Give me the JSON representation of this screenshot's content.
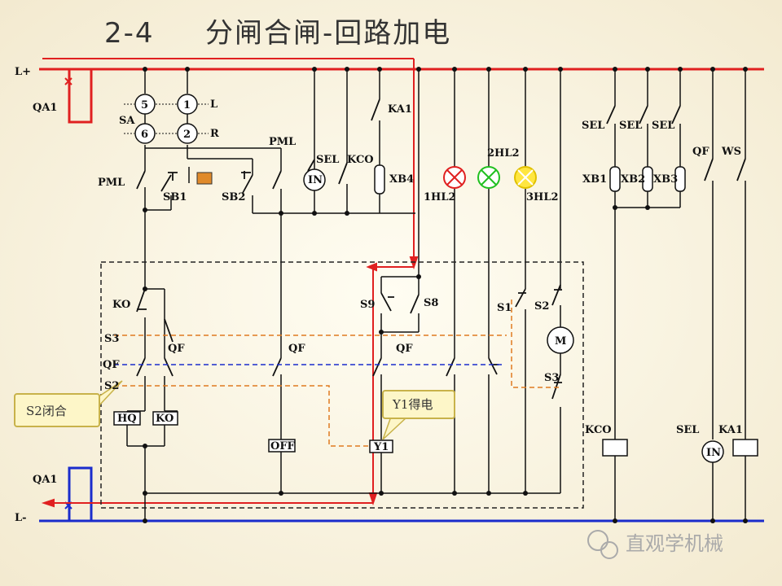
{
  "title": {
    "number": "2-4",
    "text": "分闸合闸-回路加电"
  },
  "colors": {
    "positive_bus": "#e02020",
    "negative_bus": "#1a2ccc",
    "dashed_frame": "#333333",
    "orange_dash": "#e07a20",
    "callout_fill": "#fdf6c8",
    "callout_border": "#c8b24a"
  },
  "labels": {
    "l_plus": "L+",
    "l_minus": "L-",
    "qa1_top": "QA1",
    "qa1_bottom": "QA1",
    "sa": "SA",
    "c5": "5",
    "c1": "1",
    "c6": "6",
    "c2": "2",
    "l": "L",
    "r": "R",
    "pml_top": "PML",
    "pml_left": "PML",
    "sb1": "SB1",
    "sb2": "SB2",
    "sel1": "SEL",
    "kco1": "KCO",
    "in1": "IN",
    "ka1_top": "KA1",
    "xb4": "XB4",
    "hl_1": "1HL2",
    "hl_2": "2HL2",
    "hl_3": "3HL2",
    "sel_a": "SEL",
    "sel_b": "SEL",
    "sel_c": "SEL",
    "xb1": "XB1",
    "xb2": "XB2",
    "xb3": "XB3",
    "qf_r": "QF",
    "ws": "WS",
    "ko": "KO",
    "s3_left": "S3",
    "qf_left1": "QF",
    "qf_left2": "QF",
    "s2_left": "S2",
    "qf_mid": "QF",
    "qf_y": "QF",
    "hq": "HQ",
    "ko_box": "KO",
    "off": "OFF",
    "y1": "Y1",
    "s9": "S9",
    "s8": "S8",
    "s1": "S1",
    "s2_right": "S2",
    "m": "M",
    "s3_right": "S3",
    "kco2": "KCO",
    "sel2": "SEL",
    "in2": "IN",
    "ka1_bottom": "KA1"
  },
  "callouts": {
    "s2_closed": "S2闭合",
    "y1_energized": "Y1得电"
  },
  "watermark": "直观学机械"
}
